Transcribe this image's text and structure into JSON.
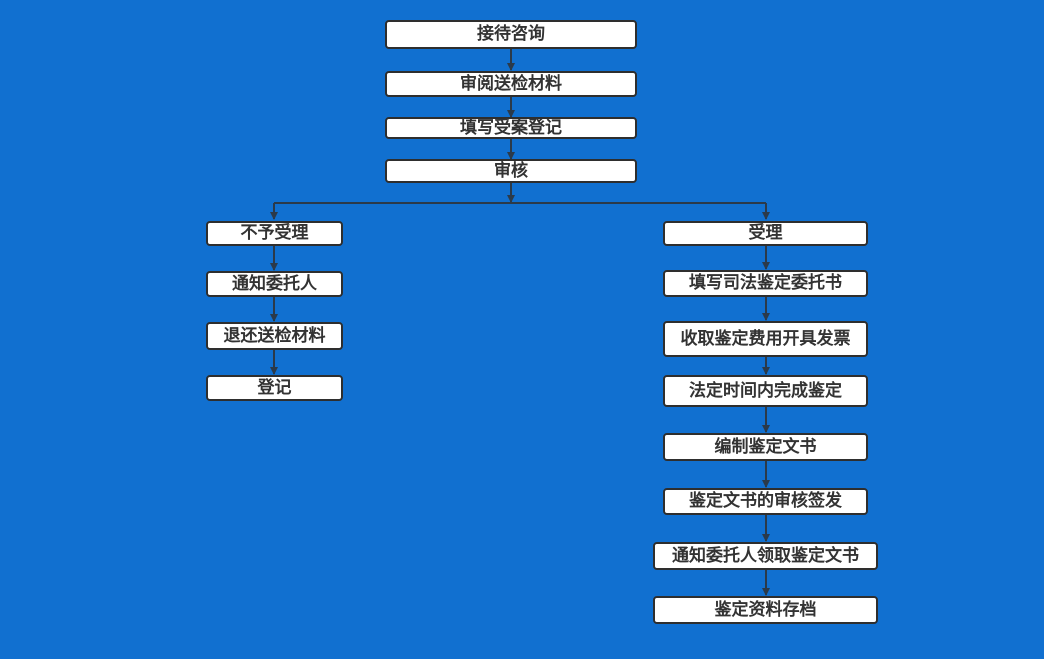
{
  "colors": {
    "background": "#1170d0",
    "box_fill": "#ffffff",
    "box_border": "#2e2e2e",
    "connector": "#2b3a4a",
    "text": "#333333"
  },
  "steps": {
    "reception": "接待咨询",
    "review_materials": "审阅送检材料",
    "fill_register": "填写受案登记",
    "audit": "审核",
    "reject": "不予受理",
    "notify_client": "通知委托人",
    "return_materials": "退还送检材料",
    "register": "登记",
    "accept": "受理",
    "fill_commission": "填写司法鉴定委托书",
    "collect_fee": "收取鉴定费用开具发票",
    "complete_appraisal": "法定时间内完成鉴定",
    "compile_document": "编制鉴定文书",
    "review_sign": "鉴定文书的审核签发",
    "notify_collect": "通知委托人领取鉴定文书",
    "archive": "鉴定资料存档"
  }
}
